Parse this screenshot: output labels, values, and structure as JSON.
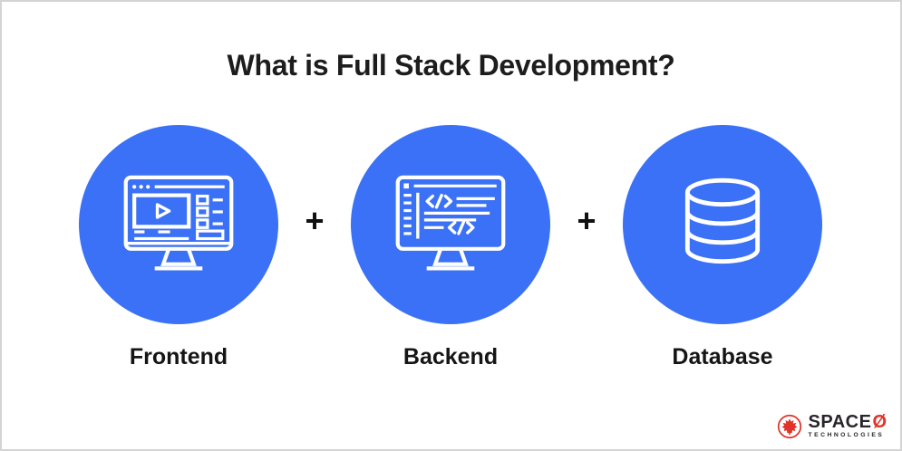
{
  "title": "What is Full Stack Development?",
  "plus_symbol": "+",
  "items": [
    {
      "label": "Frontend",
      "icon": "frontend-monitor-video-icon"
    },
    {
      "label": "Backend",
      "icon": "backend-monitor-code-icon"
    },
    {
      "label": "Database",
      "icon": "database-cylinder-icon"
    }
  ],
  "logo": {
    "brand": "SPACE",
    "brand_symbol": "Ø",
    "subtitle": "TECHNOLOGIES"
  },
  "colors": {
    "circle_blue": "#3B71F6",
    "icon_stroke": "#FFFFFF",
    "title_text": "#1D1D1D",
    "plus_black": "#111111",
    "logo_red": "#E03329",
    "logo_dark": "#29252B",
    "border_gray": "#D4D4D4",
    "background": "#FFFFFF"
  }
}
